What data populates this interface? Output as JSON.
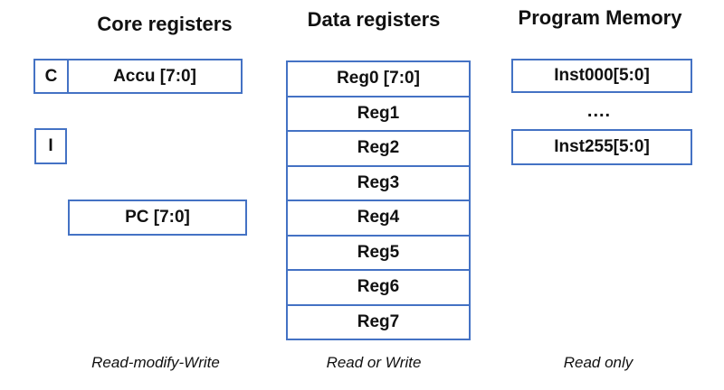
{
  "columns": {
    "core": {
      "title": "Core registers",
      "carry_flag": "C",
      "accumulator": "Accu [7:0]",
      "interrupt_flag": "I",
      "program_counter": "PC [7:0]",
      "access_note": "Read-modify-Write"
    },
    "data": {
      "title": "Data registers",
      "registers": [
        "Reg0 [7:0]",
        "Reg1",
        "Reg2",
        "Reg3",
        "Reg4",
        "Reg5",
        "Reg6",
        "Reg7"
      ],
      "access_note": "Read or Write"
    },
    "program": {
      "title": "Program Memory",
      "first_instruction": "Inst000[5:0]",
      "ellipsis": "....",
      "last_instruction": "Inst255[5:0]",
      "access_note": "Read only"
    }
  },
  "colors": {
    "box_border": "#4472C4",
    "text": "#111111",
    "background": "#FFFFFF"
  }
}
